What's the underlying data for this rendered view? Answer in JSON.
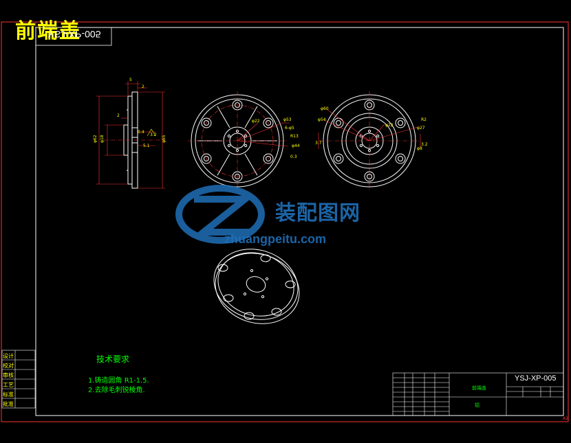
{
  "drawing": {
    "title": "前端盖",
    "code_mirrored": "YSJ-XP-005",
    "sheet_size": "A2"
  },
  "watermark": {
    "brand_cn": "装配图网",
    "url": "zhuangpeitu.com"
  },
  "technical_requirements": {
    "heading": "技术要求",
    "items": [
      "1.铸造圆角 R1-1.5.",
      "2.去除毛刺锐棱角."
    ]
  },
  "title_block": {
    "drawing_code": "YSJ-XP-005",
    "part_name": "前端盖",
    "material": "铝"
  },
  "left_strip_labels": [
    "设计",
    "校对",
    "审核",
    "工艺",
    "标准",
    "批准"
  ],
  "dimensions": {
    "side_view": [
      "5",
      "2",
      "2",
      "φ18",
      "φ62",
      "φ65",
      "0.4",
      "5.1",
      "3.2"
    ],
    "front_view": [
      "φ22",
      "φ53",
      "6-φ5",
      "φ44",
      "R13",
      "0.3"
    ],
    "rear_view": [
      "φ60",
      "φ54",
      "φ22",
      "φ27",
      "3.7",
      "3.2",
      "R2",
      "φ8"
    ]
  },
  "colors": {
    "frame": "#ff3333",
    "outline": "#ffffff",
    "dimension": "#ffff00",
    "text": "#00ff00",
    "watermark": "#1f6fb8"
  }
}
